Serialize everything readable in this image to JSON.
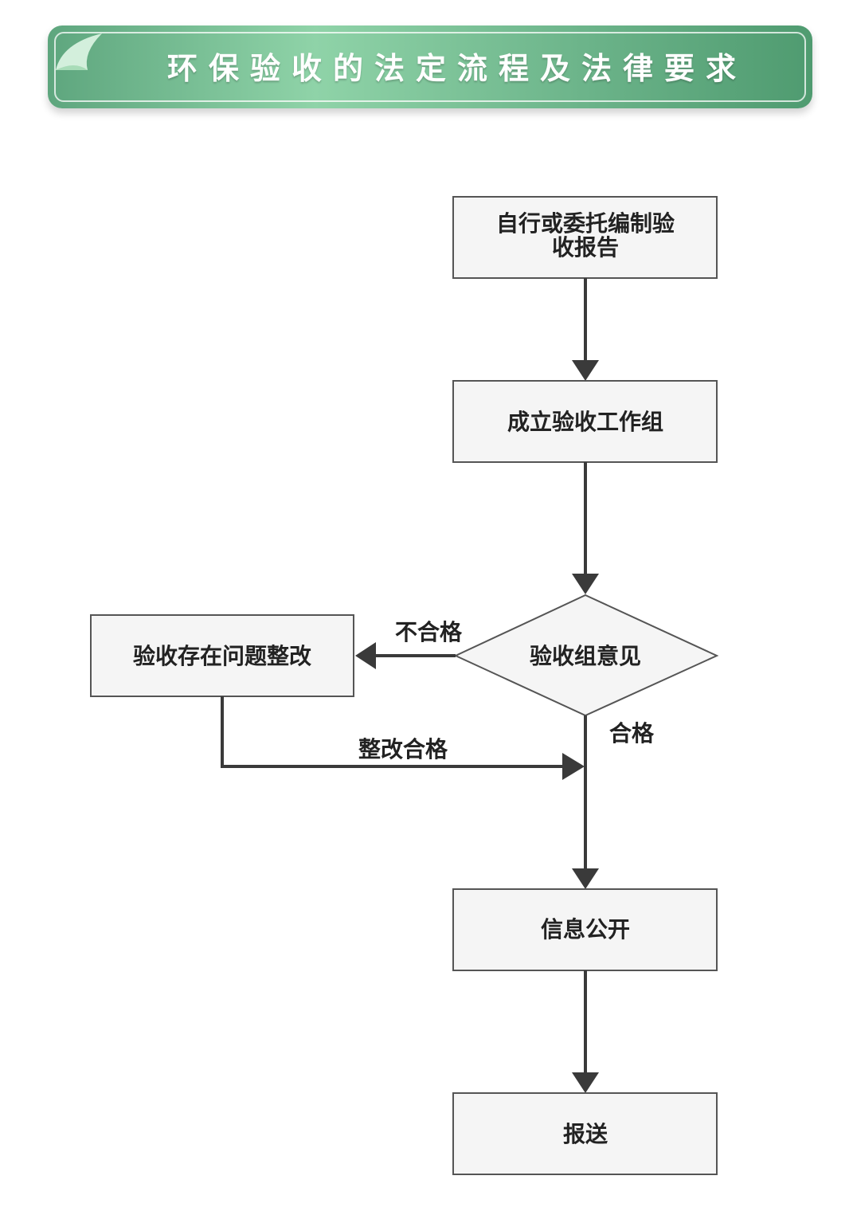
{
  "header": {
    "title": "环保验收的法定流程及法律要求"
  },
  "nodes": {
    "compile_report": {
      "line1": "自行或委托编制验",
      "line2": "收报告"
    },
    "form_group": {
      "label": "成立验收工作组"
    },
    "group_opinion": {
      "label": "验收组意见"
    },
    "rectify": {
      "label": "验收存在问题整改"
    },
    "disclosure": {
      "label": "信息公开"
    },
    "submit": {
      "label": "报送"
    }
  },
  "edges": {
    "fail": {
      "label": "不合格"
    },
    "pass": {
      "label": "合格"
    },
    "rectified": {
      "label": "整改合格"
    }
  },
  "colors": {
    "banner": "#6cb48a",
    "node_fill": "#f5f5f5",
    "node_border": "#555555",
    "arrow": "#3a3a3a"
  }
}
